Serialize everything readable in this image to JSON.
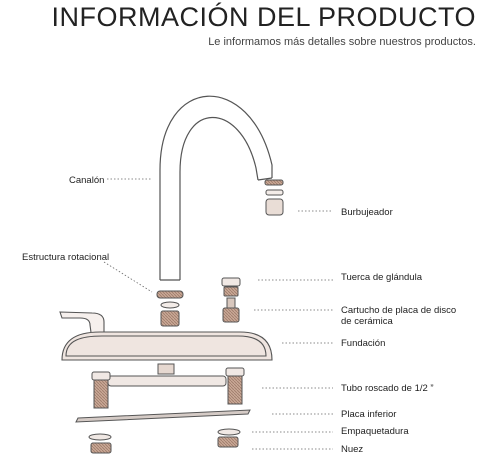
{
  "header": {
    "title": "INFORMACIÓN DEL PRODUCTO",
    "subtitle": "Le informamos más detalles sobre nuestros productos."
  },
  "labels": {
    "canalon": "Canalón",
    "burbujeador": "Burbujeador",
    "estructura": "Estructura rotacional",
    "tuerca": "Tuerca de glándula",
    "cartucho_line1": "Cartucho de placa de disco",
    "cartucho_line2": "de cerámica",
    "fundacion": "Fundación",
    "tubo": "Tubo roscado de 1/2 ”",
    "placa": "Placa inferior",
    "empaquetadura": "Empaquetadura",
    "nuez": "Nuez"
  }
}
